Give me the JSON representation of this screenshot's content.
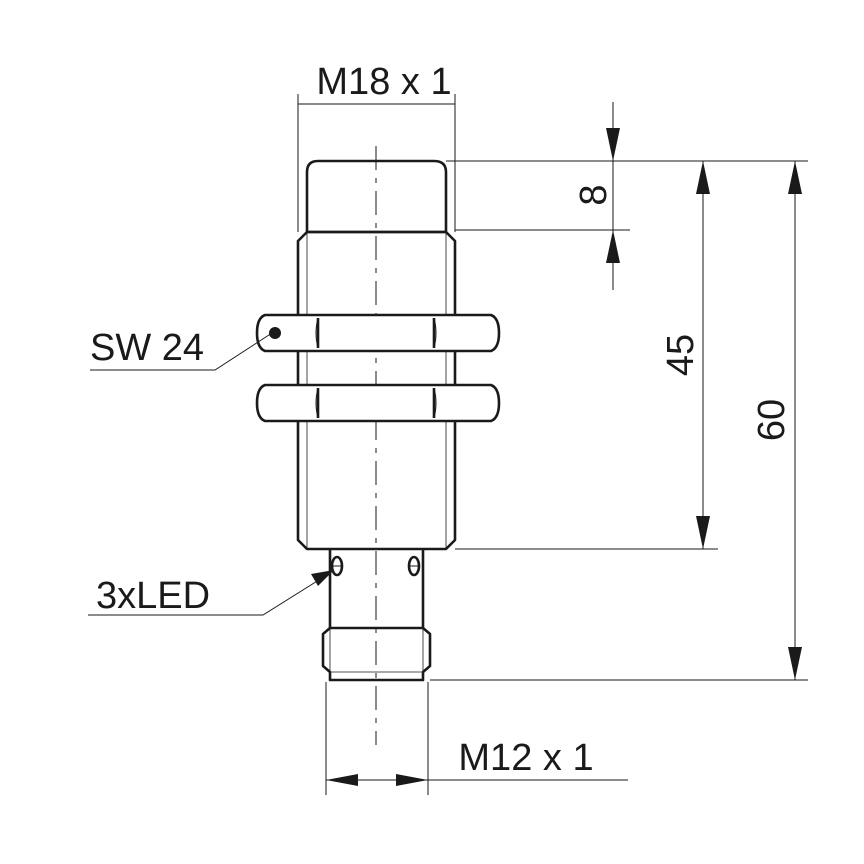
{
  "labels": {
    "top_thread": "M18 x 1",
    "bottom_thread": "M12 x 1",
    "wrench_size": "SW 24",
    "led": "3xLED",
    "dim_sensing_face": "8",
    "dim_body": "45",
    "dim_total": "60"
  },
  "colors": {
    "line": "#1a1a1a",
    "background": "#ffffff"
  }
}
